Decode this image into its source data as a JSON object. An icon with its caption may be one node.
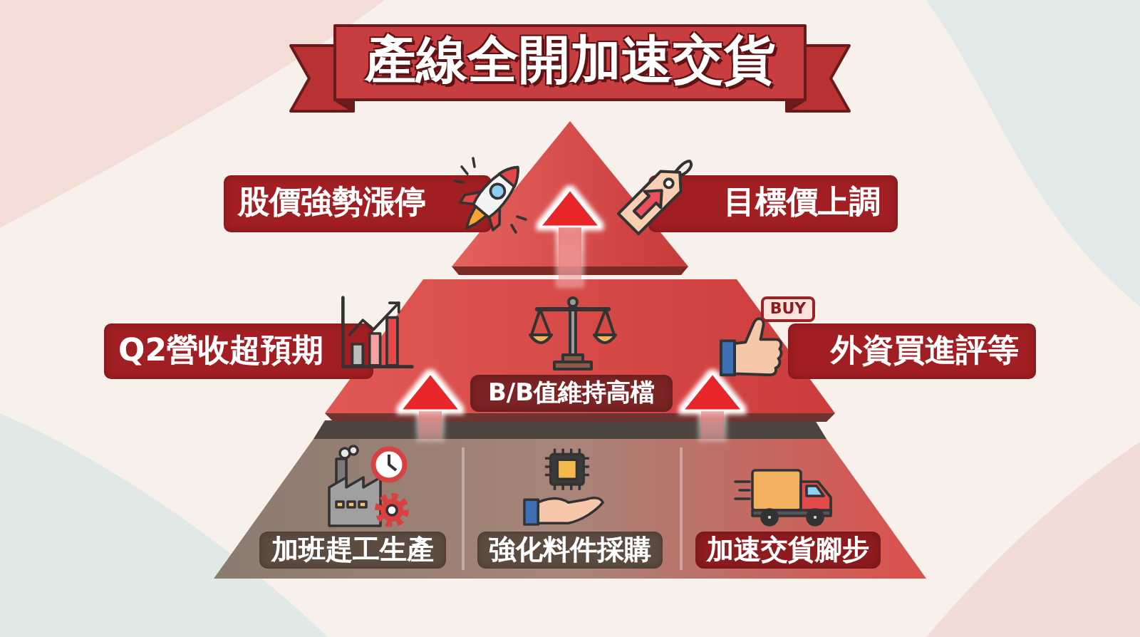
{
  "diagram": {
    "title": "產線全開加速交貨",
    "nodes": [
      {
        "text": [],
        "shape": "triangle"
      },
      {
        "text": [
          "股價強勢漲停"
        ]
      },
      {
        "text": [
          "目標價上調"
        ]
      },
      {
        "text": [],
        "shape": "trapezoid"
      },
      {
        "text": [
          "Q2營收超預期"
        ]
      },
      {
        "text": [
          "B/B值維持高檔"
        ],
        "in": 3
      },
      {
        "text": [
          "外資買進評等"
        ]
      },
      {
        "text": [],
        "shape": "trapezoid"
      },
      {
        "text": [
          "加班趕工生產"
        ],
        "in": 7
      },
      {
        "text": [
          "強化料件採購"
        ],
        "in": 7
      },
      {
        "text": [
          "加速交貨腳步"
        ],
        "in": 7
      }
    ],
    "edges": [
      {
        "from": 3,
        "to": 0,
        "arrow": "to"
      },
      {
        "from": 7,
        "to": 3,
        "arrow": "to"
      },
      {
        "from": 7,
        "to": 3,
        "arrow": "to"
      }
    ],
    "labels": [
      "BUY"
    ]
  }
}
